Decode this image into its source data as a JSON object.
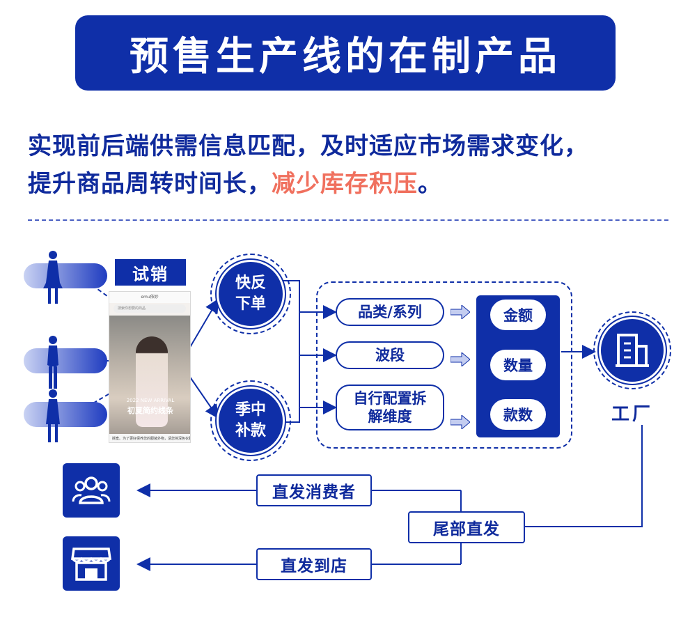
{
  "title": "预售生产线的在制产品",
  "intro": {
    "line1": "实现前后端供需信息匹配，及时适应市场需求变化，",
    "line2_prefix": "提升商品周转时间长，",
    "line2_highlight": "减少库存积压",
    "line2_suffix": "。"
  },
  "trial": {
    "label": "试销",
    "phone_header": "emu依妙",
    "phone_search": "搜索你想要的商品",
    "banner_small": "2022 NEW ARRIVAL",
    "banner_main": "初夏简约线条",
    "phone_footer": "撷宽。为了更好保养您的服装外物，请您将深色衣服与浅色..."
  },
  "nodes": {
    "quick_response": "快反下单",
    "season_restock": "季中补款"
  },
  "dimensions": [
    {
      "label": "品类/系列"
    },
    {
      "label": "波段"
    },
    {
      "label": "自行配置拆解维度"
    }
  ],
  "metrics": [
    {
      "label": "金额"
    },
    {
      "label": "数量"
    },
    {
      "label": "款数"
    }
  ],
  "factory": {
    "label": "工厂",
    "icon": "building-icon"
  },
  "distribution": {
    "tail": "尾部直发",
    "consumer": "直发消费者",
    "store": "直发到店"
  },
  "destinations": {
    "consumer_icon": "users-icon",
    "store_icon": "storefront-icon"
  },
  "colors": {
    "primary": "#0f2fa8",
    "highlight": "#f0705e"
  }
}
